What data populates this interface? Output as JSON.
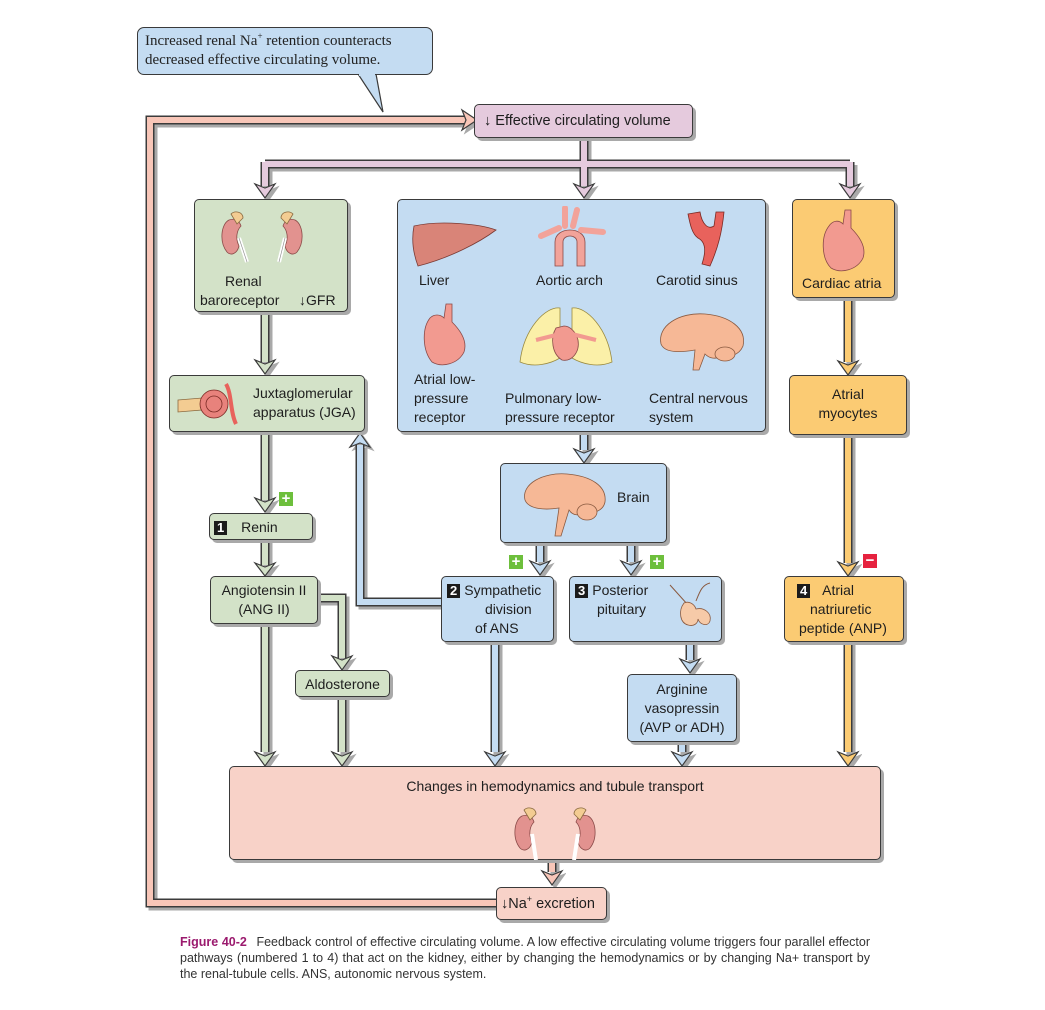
{
  "callout": {
    "text_before_sup": "Increased renal Na",
    "sup": "+",
    "text_after_sup": " retention counteracts decreased effective circulating volume."
  },
  "top_node": {
    "arrow": "↓",
    "label": "Effective circulating volume"
  },
  "sensors": {
    "renal": {
      "line1": "Renal",
      "line2": "baroreceptor",
      "gfr_arrow": "↓",
      "gfr": "GFR"
    },
    "blue_panel": {
      "items": [
        {
          "label": "Liver",
          "icon": "liver-icon"
        },
        {
          "label": "Aortic arch",
          "icon": "aortic-arch-icon"
        },
        {
          "label": "Carotid sinus",
          "icon": "carotid-sinus-icon"
        },
        {
          "label_lines": [
            "Atrial low-",
            "pressure",
            "receptor"
          ],
          "icon": "heart-icon"
        },
        {
          "label_lines": [
            "Pulmonary low-",
            "pressure receptor"
          ],
          "icon": "lungs-icon"
        },
        {
          "label_lines": [
            "Central nervous",
            "system"
          ],
          "icon": "brain-icon"
        }
      ]
    },
    "cardiac": {
      "label": "Cardiac atria"
    }
  },
  "jga": {
    "line1": "Juxtaglomerular",
    "line2": "apparatus (JGA)"
  },
  "atrial_myocytes": {
    "line1": "Atrial",
    "line2": "myocytes"
  },
  "brain": {
    "label": "Brain"
  },
  "pathways": {
    "renin": {
      "num": "1",
      "label": "Renin",
      "sign": "+"
    },
    "ang2": {
      "line1": "Angiotensin II",
      "line2": "(ANG II)"
    },
    "aldosterone": {
      "label": "Aldosterone"
    },
    "sympathetic": {
      "num": "2",
      "line1": "Sympathetic",
      "line2": "division",
      "line3": "of ANS",
      "sign": "+"
    },
    "pituitary": {
      "num": "3",
      "line1": "Posterior",
      "line2": "pituitary",
      "sign": "+"
    },
    "avp": {
      "line1": "Arginine",
      "line2": "vasopressin",
      "line3": "(AVP or ADH)"
    },
    "anp": {
      "num": "4",
      "line1": "Atrial",
      "line2": "natriuretic",
      "line3": "peptide (ANP)",
      "sign": "−"
    }
  },
  "effector": {
    "label": "Changes in hemodynamics and tubule transport"
  },
  "output": {
    "arrow": "↓",
    "text": "Na",
    "sup": "+",
    "text2": " excretion"
  },
  "caption": {
    "figure": "Figure 40-2",
    "text": "Feedback control of effective circulating volume. A low effective circulating volume triggers four parallel effector pathways (numbered 1 to 4) that act on the kidney, either by changing the hemodynamics or by changing Na+ transport by the renal-tubule cells. ANS, autonomic nervous system."
  },
  "colors": {
    "green": "#d3e2c8",
    "blue": "#c4dcf2",
    "orange": "#fbcb73",
    "pink": "#f8d2c8",
    "lilac": "#e5cadd",
    "plus": "#6dbf3c",
    "minus": "#e6223f",
    "caption_accent": "#9b1a6e"
  }
}
